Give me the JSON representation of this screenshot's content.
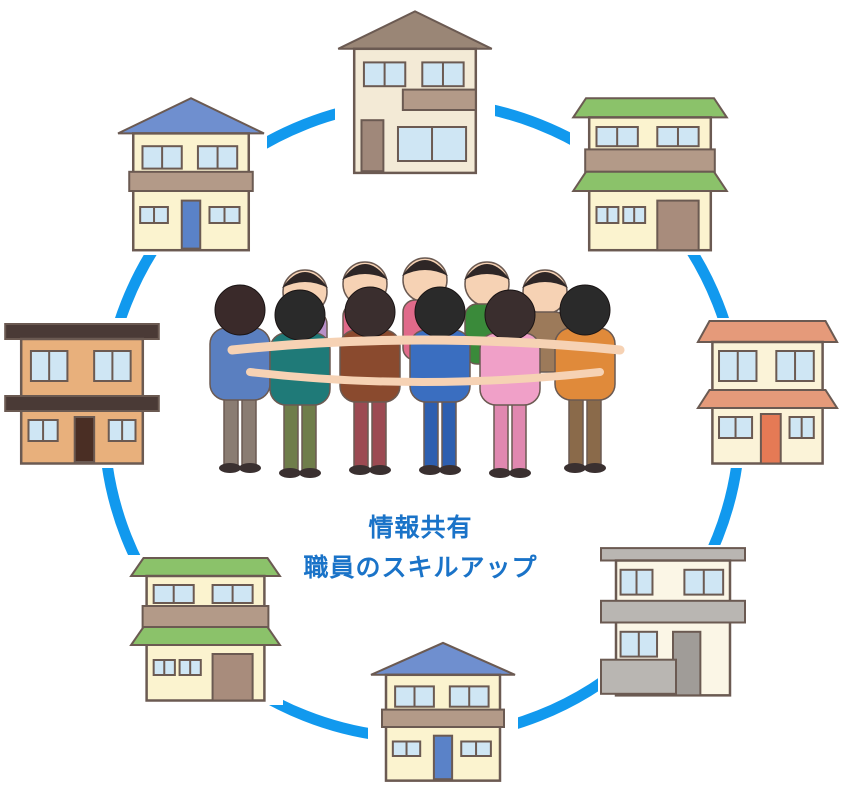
{
  "caption": {
    "line1": "情報共有",
    "line2": "職員のスキルアップ",
    "color": "#1a73c8"
  },
  "ring": {
    "color": "#1199ee"
  },
  "houses": [
    {
      "name": "house-top",
      "style": "A",
      "roof": "#9a8676",
      "wall": "#f3ead6",
      "band": "#b39a88",
      "door": "#a0887a"
    },
    {
      "name": "house-top-right",
      "style": "B",
      "roof": "#8bc26a",
      "wall": "#fbf3cf",
      "band": "#b39a88",
      "door": "#a88c7c"
    },
    {
      "name": "house-right",
      "style": "C",
      "roof": "#e59a7a",
      "wall": "#fbf3d8",
      "band": "#e59a7a",
      "door": "#e57a55"
    },
    {
      "name": "house-bottom-right",
      "style": "D",
      "roof": "#b9b6b2",
      "wall": "#fbf6e6",
      "band": "#b9b6b2",
      "door": "#a09c98"
    },
    {
      "name": "house-bottom",
      "style": "E",
      "roof": "#6f8fcf",
      "wall": "#fbf3cf",
      "band": "#b39a88",
      "door": "#5a82c8"
    },
    {
      "name": "house-bottom-left",
      "style": "B",
      "roof": "#8bc26a",
      "wall": "#fbf3cf",
      "band": "#b39a88",
      "door": "#a88c7c"
    },
    {
      "name": "house-left",
      "style": "F",
      "roof": "#4a3a36",
      "wall": "#e8b07c",
      "band": "#4a3a36",
      "door": "#4a2e24"
    },
    {
      "name": "house-top-left",
      "style": "E",
      "roof": "#6f8fcf",
      "wall": "#fbf3cf",
      "band": "#b39a88",
      "door": "#5a82c8"
    }
  ],
  "people": [
    {
      "name": "person-back-left",
      "hair": "#3a2a2a",
      "shirt": "#5a7fc0",
      "pants": "#8a7c72"
    },
    {
      "name": "person-teal",
      "hair": "#2a2a2a",
      "shirt": "#1f7a78",
      "pants": "#6f7d4a"
    },
    {
      "name": "person-brown",
      "hair": "#3a2e2e",
      "shirt": "#8a4a2e",
      "pants": "#9c4a52"
    },
    {
      "name": "person-blue",
      "hair": "#2a2a2a",
      "shirt": "#3a6ec0",
      "pants": "#2d5fb0"
    },
    {
      "name": "person-pink",
      "hair": "#3a2e2e",
      "shirt": "#f0a0c8",
      "pants": "#e088b0"
    },
    {
      "name": "person-orange",
      "hair": "#2a2a2a",
      "shirt": "#e08a3a",
      "pants": "#8a6a4a"
    },
    {
      "name": "person-red-shirt",
      "hair": "#3a2a2a",
      "shirt": "#e06a8a",
      "pants": "#7a6a6a"
    },
    {
      "name": "person-green-shirt",
      "hair": "#2a2a2a",
      "shirt": "#3a8a3a",
      "pants": "#6a6a4a"
    }
  ]
}
